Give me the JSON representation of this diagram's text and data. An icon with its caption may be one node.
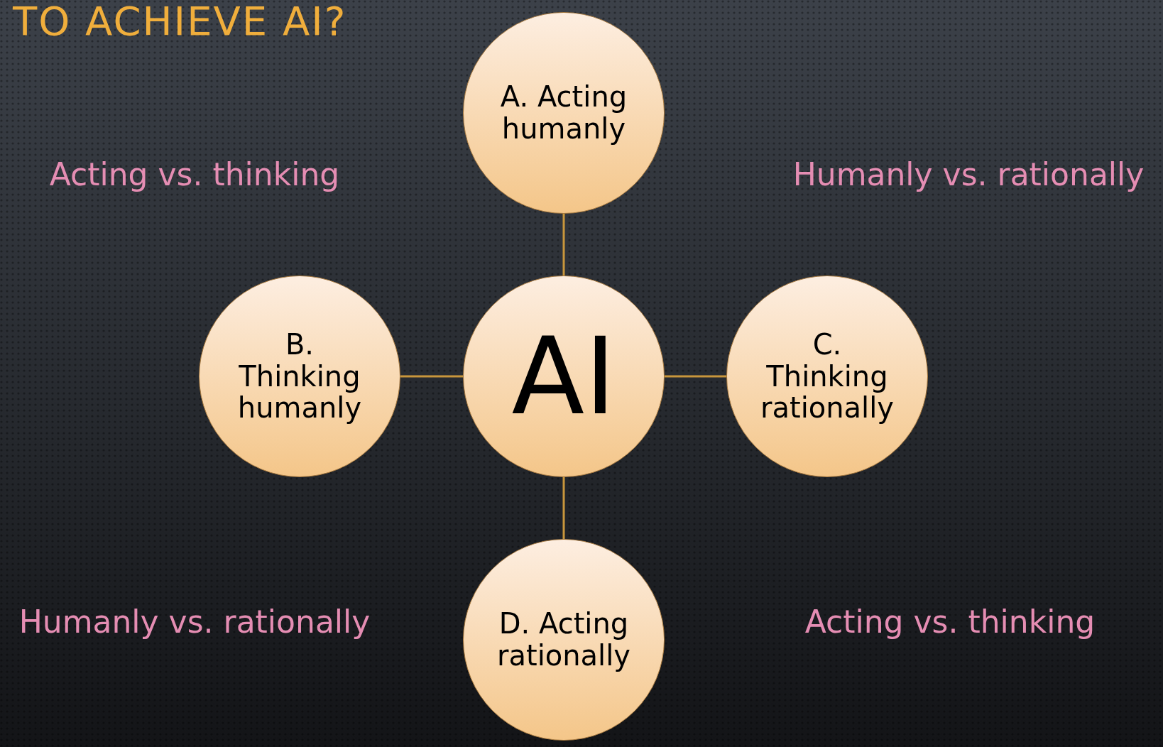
{
  "diagram": {
    "title": "TO ACHIEVE AI?",
    "nodes": [
      {
        "text": [
          "A. Acting humanly"
        ]
      },
      {
        "text": [
          "B. Thinking humanly"
        ]
      },
      {
        "text": [
          "AI"
        ]
      },
      {
        "text": [
          "C. Thinking rationally"
        ]
      },
      {
        "text": [
          "D. Acting rationally"
        ]
      }
    ],
    "edges": [
      {
        "from": 2,
        "to": 0,
        "arrow": "none"
      },
      {
        "from": 2,
        "to": 1,
        "arrow": "none"
      },
      {
        "from": 2,
        "to": 3,
        "arrow": "none"
      },
      {
        "from": 2,
        "to": 4,
        "arrow": "none"
      }
    ],
    "labels": [
      "Acting vs. thinking",
      "Humanly vs. rationally",
      "Humanly vs. rationally",
      "Acting vs. thinking"
    ]
  }
}
